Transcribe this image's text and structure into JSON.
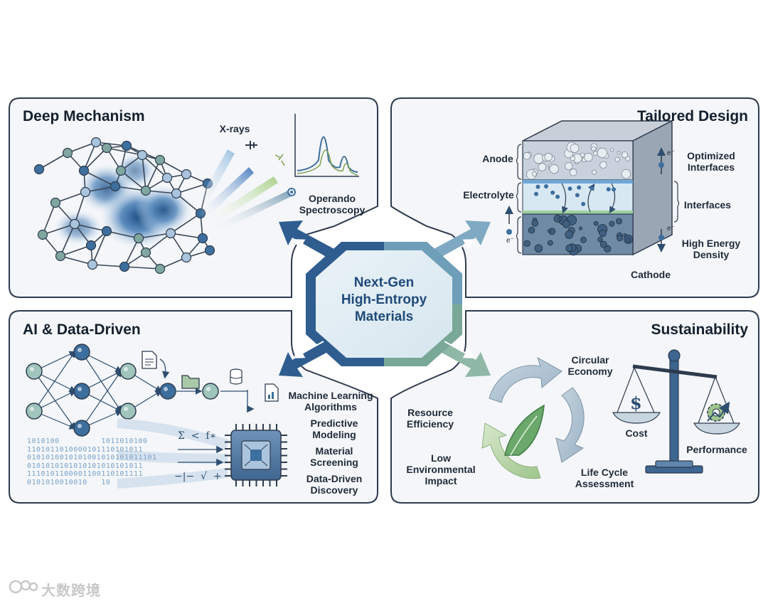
{
  "center": {
    "title": "Next-Gen\nHigh-Entropy\nMaterials"
  },
  "panels": {
    "deep_mechanism": {
      "title": "Deep Mechanism",
      "xrays": "X-rays",
      "operando": "Operando\nSpectroscopy"
    },
    "tailored_design": {
      "title": "Tailored Design",
      "anode": "Anode",
      "electrolyte": "Electrolyte",
      "cathode": "Cathode",
      "optimized": "Optimized\nInterfaces",
      "interfaces": "Interfaces",
      "high_energy": "High Energy\nDensity",
      "electron": "e⁻"
    },
    "ai_data": {
      "title": "AI & Data-Driven",
      "items": [
        "Machine Learning\nAlgorithms",
        "Predictive\nModeling",
        "Material\nScreening",
        "Data-Driven\nDiscovery"
      ],
      "binary": "1010100         1011010100\n1101011010000101110101011\n0101010010101001010101011101\n0101010101010101010101011\n1110101100001100110101111\n0101010010010   10",
      "math_top": "Σ  <  f∗",
      "math_bottom": "−|−  √  +"
    },
    "sustainability": {
      "title": "Sustainability",
      "circular": "Circular\nEconomy",
      "resource": "Resource\nEfficiency",
      "low_env": "Low\nEnvironmental\nImpact",
      "lca": "Life Cycle\nAssessment",
      "cost": "Cost",
      "performance": "Performance",
      "dollar": "$"
    }
  },
  "watermark": "大数跨境",
  "colors": {
    "panel_border": "#2e3b4e",
    "panel_fill": "#f4f6f9",
    "arrow_dark": "#2f5d8f",
    "arrow_light": "#7fa9c2",
    "arrow_green": "#8fb8a6",
    "node_teal": "#7fa7a0",
    "node_blue": "#3d6f9e",
    "leaf_green": "#6aa86b"
  }
}
